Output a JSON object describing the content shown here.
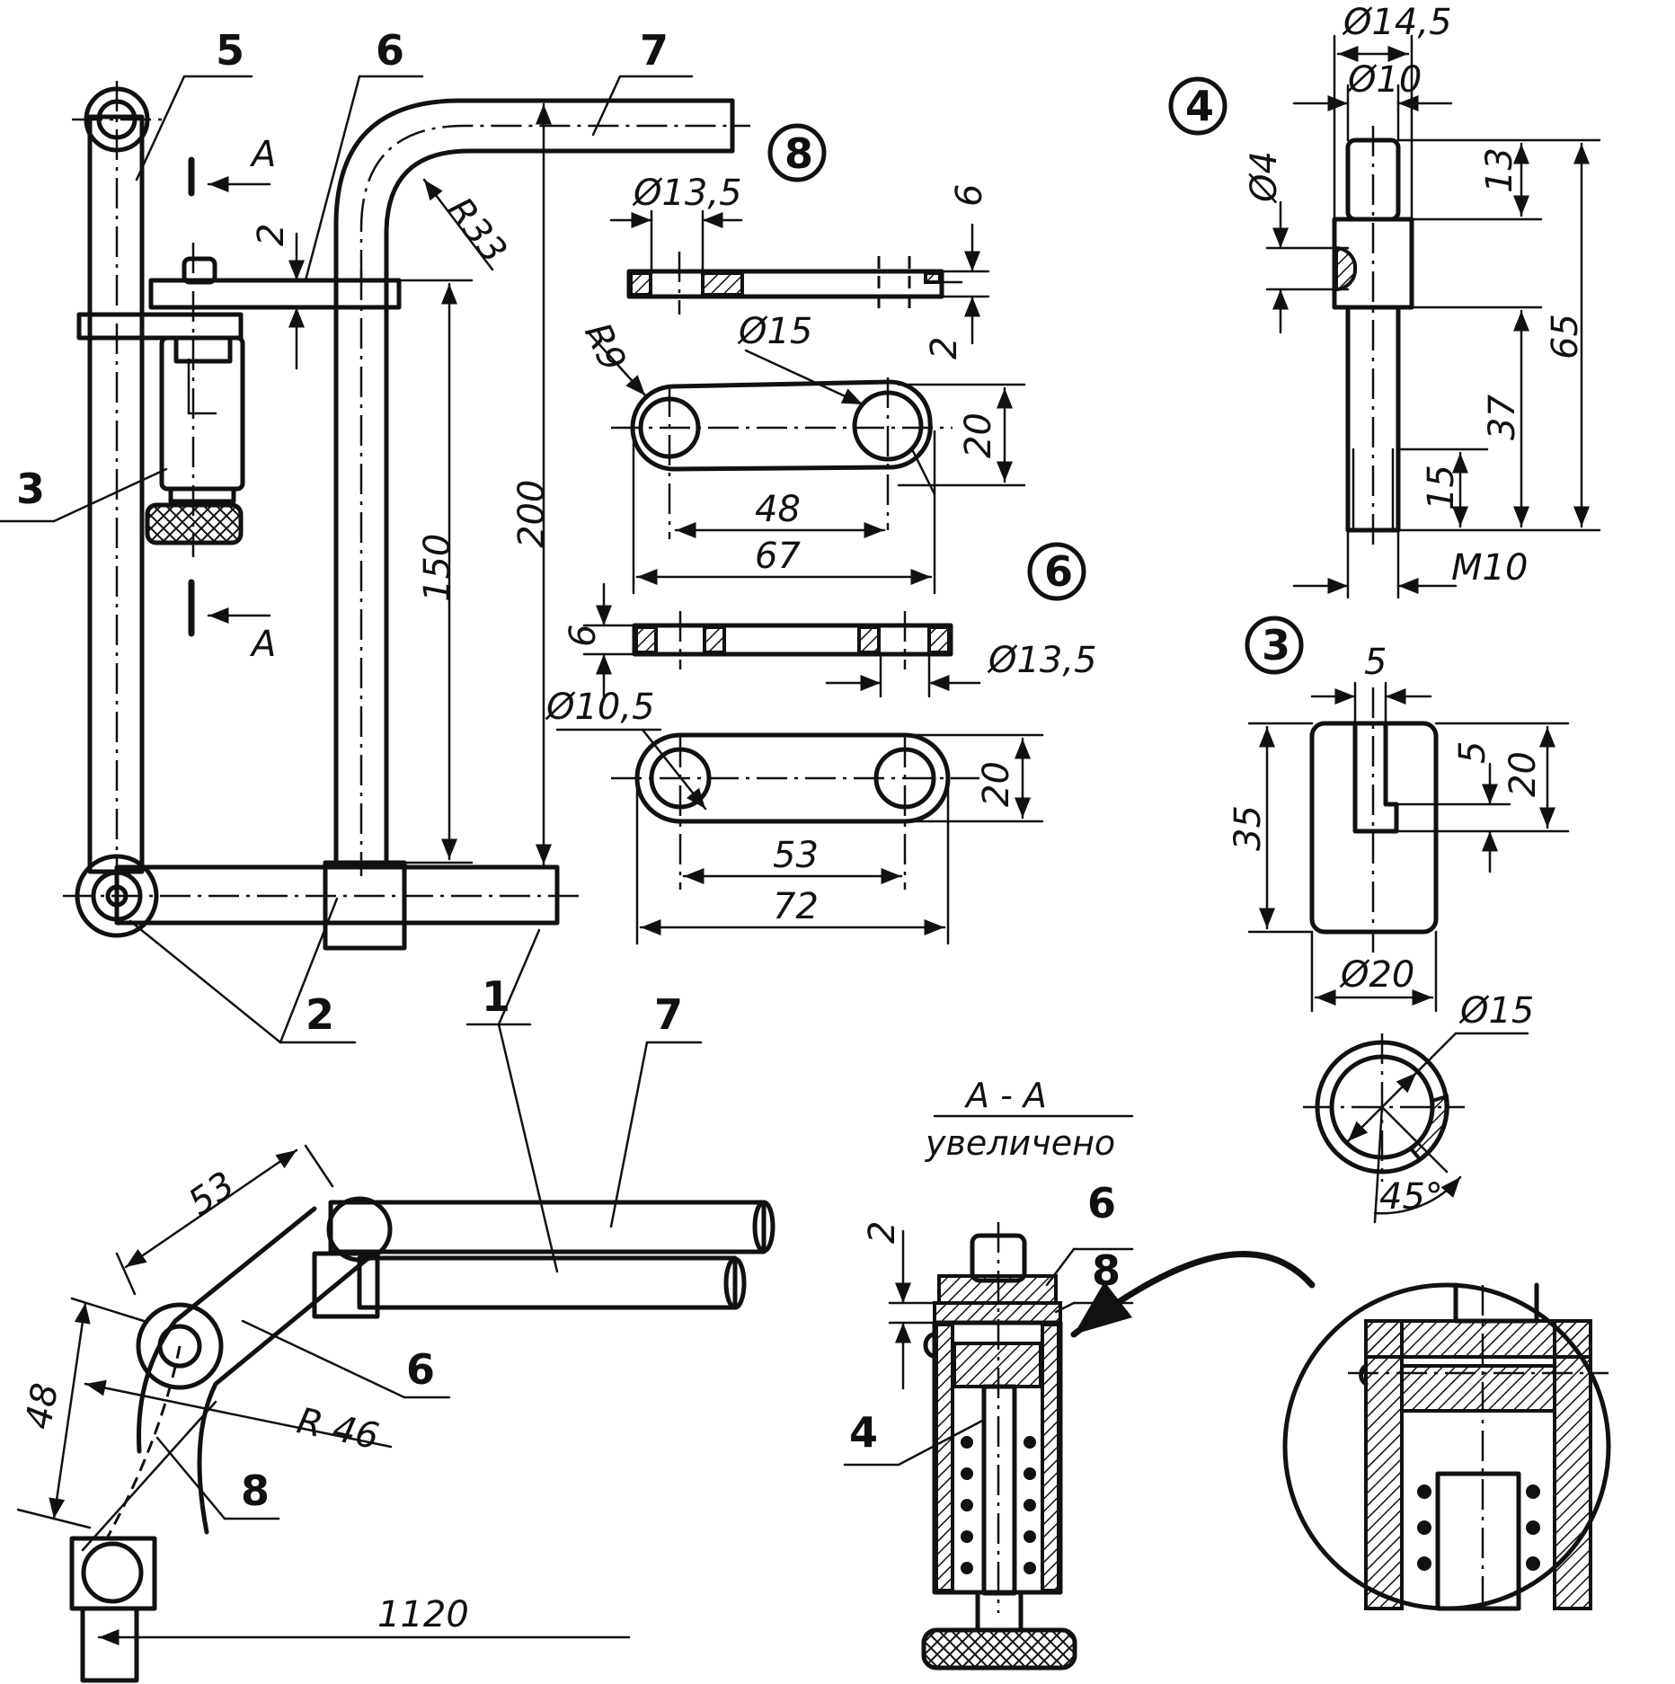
{
  "part_labels": {
    "p1": "1",
    "p2": "2",
    "p3": "3",
    "p4": "4",
    "p5": "5",
    "p6": "6",
    "p7": "7",
    "p8": "8"
  },
  "main_view": {
    "section_mark": "A",
    "dims": {
      "gap": "2",
      "radius": "R33",
      "height_150": "150",
      "height_200": "200"
    }
  },
  "detail_8": {
    "number": "8",
    "dims": {
      "hole": "Ø13,5",
      "thickness": "6",
      "step": "2",
      "radius": "R9",
      "hole2": "Ø15",
      "width": "20",
      "center": "48",
      "length": "67"
    }
  },
  "detail_6": {
    "number": "6",
    "dims": {
      "thickness": "6",
      "hole": "Ø13,5",
      "hole2": "Ø10,5",
      "width": "20",
      "center": "53",
      "length": "72"
    }
  },
  "detail_4": {
    "number": "4",
    "dims": {
      "d_outer": "Ø14,5",
      "d_inner": "Ø10",
      "d_pin": "Ø4",
      "top": "13",
      "total": "65",
      "lower": "37",
      "thread_len": "15",
      "thread": "M10"
    }
  },
  "detail_3": {
    "number": "3",
    "dims": {
      "slot": "5",
      "slot_h": "5",
      "depth": "20",
      "height": "35",
      "outer": "Ø20",
      "inner": "Ø15",
      "angle": "45°"
    }
  },
  "section_view": {
    "title": "А - А",
    "subtitle": "увеличено",
    "gap": "2"
  },
  "plan_view": {
    "dims": {
      "link": "53",
      "link2": "48",
      "radius": "R 46",
      "length": "1120"
    }
  }
}
